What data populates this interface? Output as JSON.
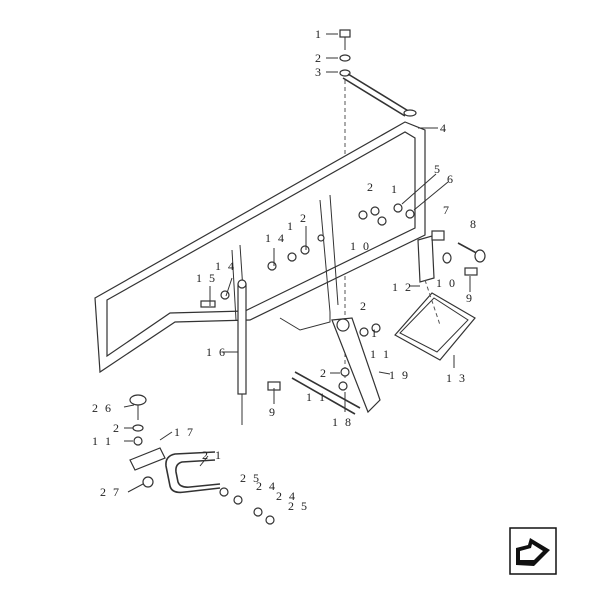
{
  "callouts": {
    "c1": "1",
    "c2a": "2",
    "c3": "3",
    "c4": "4",
    "c5": "5",
    "c6": "6",
    "c2b": "2",
    "c1b": "1",
    "c7": "7",
    "c8": "8",
    "c14a": "1 4",
    "c1c": "1",
    "c2c": "2",
    "c10a": "1 0",
    "c15": "1 5",
    "c14b": "1 4",
    "c9a": "9",
    "c10b": "1 0",
    "c12": "1 2",
    "c2d": "2",
    "c1d": "1",
    "c11a": "1 1",
    "c16": "1 6",
    "c2e": "2",
    "c19": "1 9",
    "c13": "1 3",
    "c9b": "9",
    "c11b": "1 1",
    "c18": "1 8",
    "c26": "2 6",
    "c2f": "2",
    "c11c": "1 1",
    "c17": "1 7",
    "c21": "2 1",
    "c25a": "2 5",
    "c24a": "2 4",
    "c27": "2 7",
    "c24b": "2 4",
    "c25b": "2 5"
  },
  "nav": {
    "icon": "next-page-arrow-icon"
  }
}
